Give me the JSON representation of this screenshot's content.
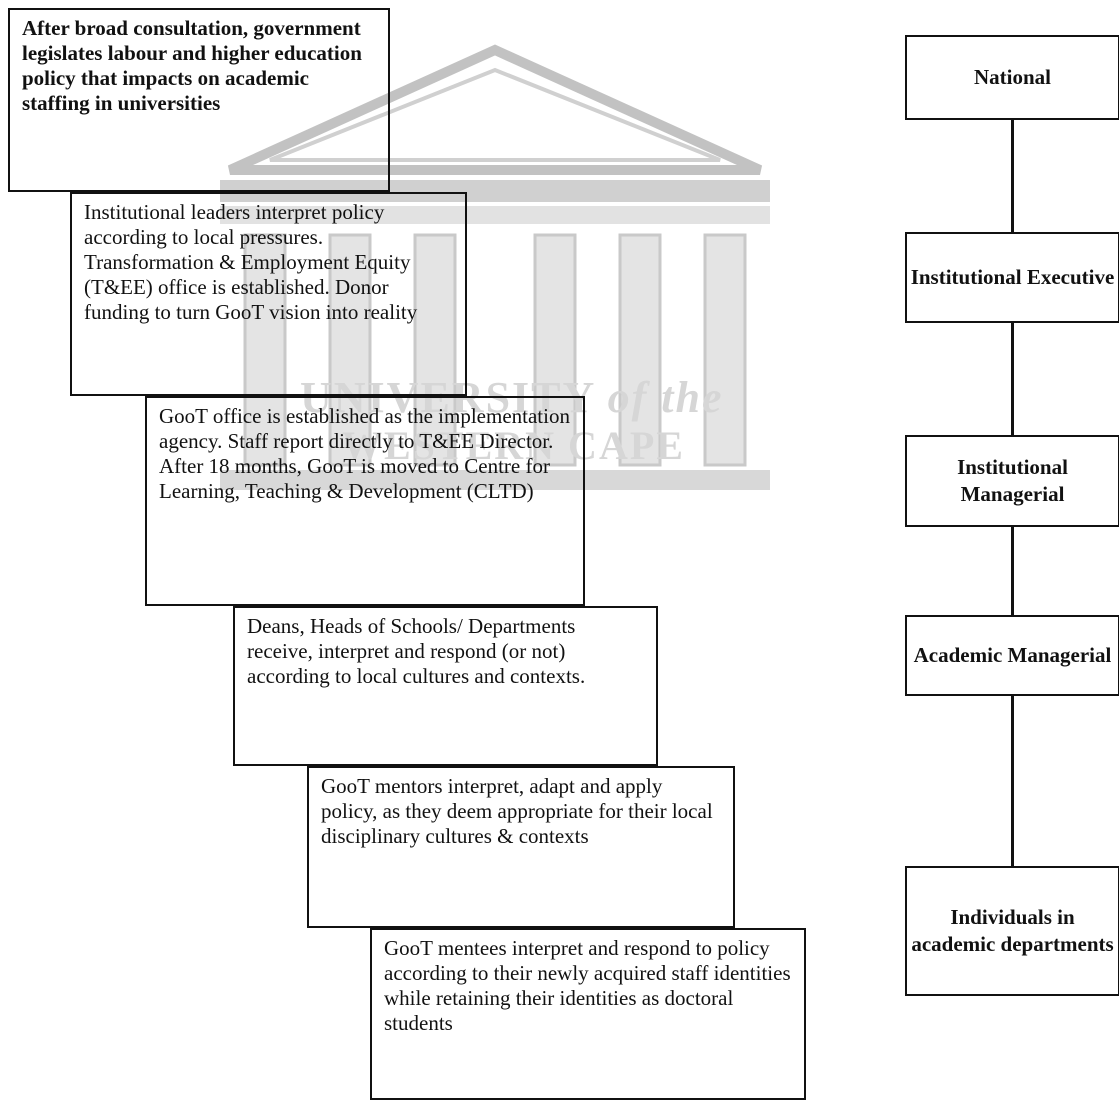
{
  "steps": [
    "After broad consultation, government legislates labour and higher education policy that impacts on academic staffing in universities",
    "Institutional leaders interpret policy according to local pressures. Transformation & Employment Equity (T&EE) office is established. Donor funding to turn GooT vision into reality",
    "GooT office is established as the implementation agency. Staff report directly to T&EE Director. After 18 months, GooT is moved to Centre for Learning, Teaching & Development (CLTD)",
    "Deans, Heads of Schools/ Departments receive, interpret and respond (or not) according to local cultures and contexts.",
    "GooT mentors interpret, adapt and apply policy, as they deem appropriate for their local disciplinary cultures & contexts",
    "GooT mentees interpret and respond to policy according to their newly acquired staff identities while retaining their identities as doctoral students"
  ],
  "levels": [
    "National",
    "Institutional Executive",
    "Institutional Managerial",
    "Academic Managerial",
    "Individuals in academic departments"
  ],
  "watermark": {
    "line1_main": "UNIVERSITY",
    "line1_italic": "of the",
    "line2": "WESTERN CAPE"
  }
}
